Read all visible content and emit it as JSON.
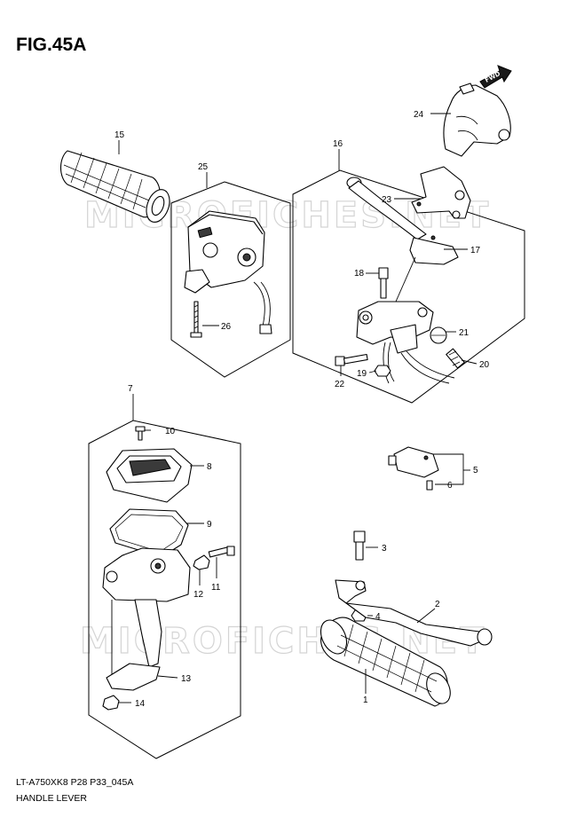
{
  "figure": {
    "title": "FIG.45A",
    "code": "LT-A750XK8 P28 P33_045A",
    "name": "HANDLE LEVER"
  },
  "badge": {
    "fwd": "FWD"
  },
  "watermark": [
    "MICROFICHES.NET",
    "MICROFICHES.NET"
  ],
  "callouts": [
    {
      "id": "c1",
      "label": "1"
    },
    {
      "id": "c2",
      "label": "2"
    },
    {
      "id": "c3",
      "label": "3"
    },
    {
      "id": "c4",
      "label": "4"
    },
    {
      "id": "c5",
      "label": "5"
    },
    {
      "id": "c6",
      "label": "6"
    },
    {
      "id": "c7",
      "label": "7"
    },
    {
      "id": "c8",
      "label": "8"
    },
    {
      "id": "c9",
      "label": "9"
    },
    {
      "id": "c10",
      "label": "10"
    },
    {
      "id": "c11",
      "label": "11"
    },
    {
      "id": "c12",
      "label": "12"
    },
    {
      "id": "c13",
      "label": "13"
    },
    {
      "id": "c14",
      "label": "14"
    },
    {
      "id": "c15",
      "label": "15"
    },
    {
      "id": "c16",
      "label": "16"
    },
    {
      "id": "c17",
      "label": "17"
    },
    {
      "id": "c18",
      "label": "18"
    },
    {
      "id": "c19",
      "label": "19"
    },
    {
      "id": "c20",
      "label": "20"
    },
    {
      "id": "c21",
      "label": "21"
    },
    {
      "id": "c22",
      "label": "22"
    },
    {
      "id": "c23",
      "label": "23"
    },
    {
      "id": "c24",
      "label": "24"
    },
    {
      "id": "c25",
      "label": "25"
    },
    {
      "id": "c26",
      "label": "26"
    }
  ]
}
